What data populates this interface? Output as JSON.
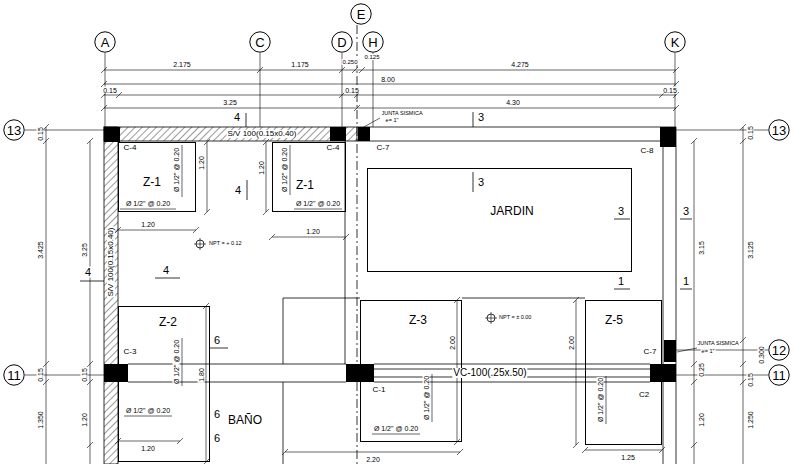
{
  "diagram": {
    "nodes": [
      {
        "text": [
          "E"
        ]
      },
      {
        "text": [
          "A"
        ]
      },
      {
        "text": [
          "C"
        ]
      },
      {
        "text": [
          "D"
        ]
      },
      {
        "text": [
          "H"
        ]
      },
      {
        "text": [
          "K"
        ]
      },
      {
        "text": [
          "13"
        ]
      },
      {
        "text": [
          "13"
        ]
      },
      {
        "text": [
          "Z-1"
        ]
      },
      {
        "text": [
          "Z-1"
        ]
      },
      {
        "text": [
          "JARDIN"
        ]
      },
      {
        "text": [
          "Z-2"
        ]
      },
      {
        "text": [
          "Z-3"
        ]
      },
      {
        "text": [
          "Z-5"
        ]
      },
      {
        "text": [
          "12"
        ]
      },
      {
        "text": [
          "11"
        ]
      },
      {
        "text": [
          "11"
        ]
      }
    ],
    "labels": [
      "2.175",
      "1.175",
      "0.250",
      "0.125",
      "4.275",
      "8.00",
      "0.15",
      "0.15",
      "0.15",
      "3.25",
      "4.30",
      "JUNTA SISMICA",
      "e= 1\"",
      "4",
      "3",
      "S/V 100(0.15x0.40)",
      "C-4",
      "C-4",
      "C-7",
      "C-8",
      "0.15",
      "0.15",
      "Ø 1/2\" @ 0.20",
      "Ø 1/2\" @ 0.20",
      "1.20",
      "1.20",
      "3",
      "4",
      "Ø 1/2\" @ 0.20",
      "Ø 1/2\" @ 0.20",
      "3",
      "3",
      "1.20",
      "1.20",
      "NPT = + 0.12",
      "3.425",
      "3.25",
      "S/V 100(0.15x0.40)",
      "3.125",
      "3.15",
      "4",
      "4",
      "1",
      "1",
      "NPT = ± 0.00",
      "6",
      "2.00",
      "2.00",
      "JUNTA SISMICA",
      "e= 1\"",
      "C-3",
      "C-7",
      "0.300",
      "VC-100(.25x.50)",
      "0.15",
      "0.15",
      "0.25",
      "0.15",
      "1.80",
      "Ø 1/2\" @ 0.20",
      "C-1",
      "C2",
      "Ø 1/2\" @ 0.20",
      "Ø 1/2\" @ 0.20",
      "Ø 1/2\" @ 0.20",
      "6",
      "BAÑO",
      "1.350",
      "1.20",
      "1.20",
      "1.250",
      "Ø 1/2\" @ 0.20",
      "6",
      "1.20",
      "1.25",
      "2.20"
    ]
  }
}
